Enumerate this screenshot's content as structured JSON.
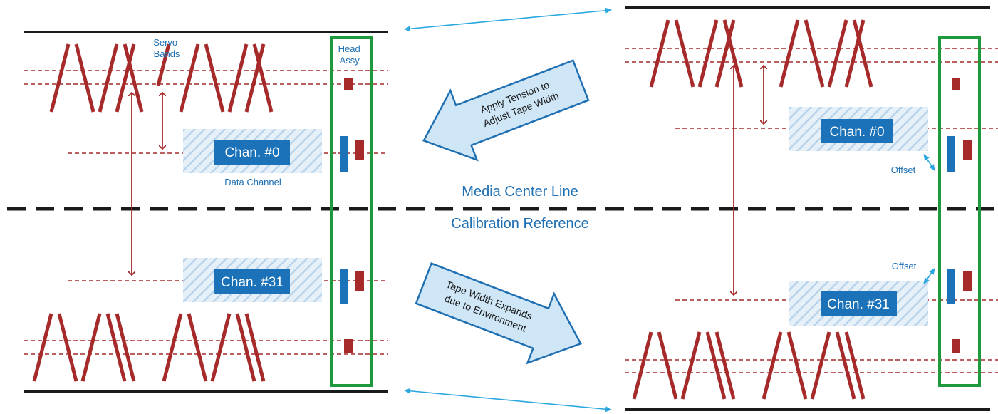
{
  "left_panel": {
    "servo_label_line1": "Servo",
    "servo_label_line2": "Bands",
    "head_label_line1": "Head",
    "head_label_line2": "Assy.",
    "chan0_label": "Chan. #0",
    "chan31_label": "Chan. #31",
    "data_channel_label": "Data Channel"
  },
  "center": {
    "media_center_line": "Media Center Line",
    "calibration_reference": "Calibration Reference",
    "top_arrow_line1": "Apply Tension to",
    "top_arrow_line2": "Adjust Tape Width",
    "bottom_arrow_line1": "Tape Width Expands",
    "bottom_arrow_line2": "due to Environment"
  },
  "right_panel": {
    "chan0_label": "Chan. #0",
    "chan31_label": "Chan. #31",
    "offset_top_label": "Offset",
    "offset_bottom_label": "Offset"
  },
  "colors": {
    "servo_red": "#a62a2a",
    "channel_blue": "#1b72b8",
    "label_blue": "#1f6fb3",
    "head_green": "#1e9a3c",
    "arrow_fill": "#cfe6f7",
    "hatch": "#b9d3ea",
    "tape_edge": "#1a1a1a",
    "cyan_arrow": "#2aa7df"
  }
}
